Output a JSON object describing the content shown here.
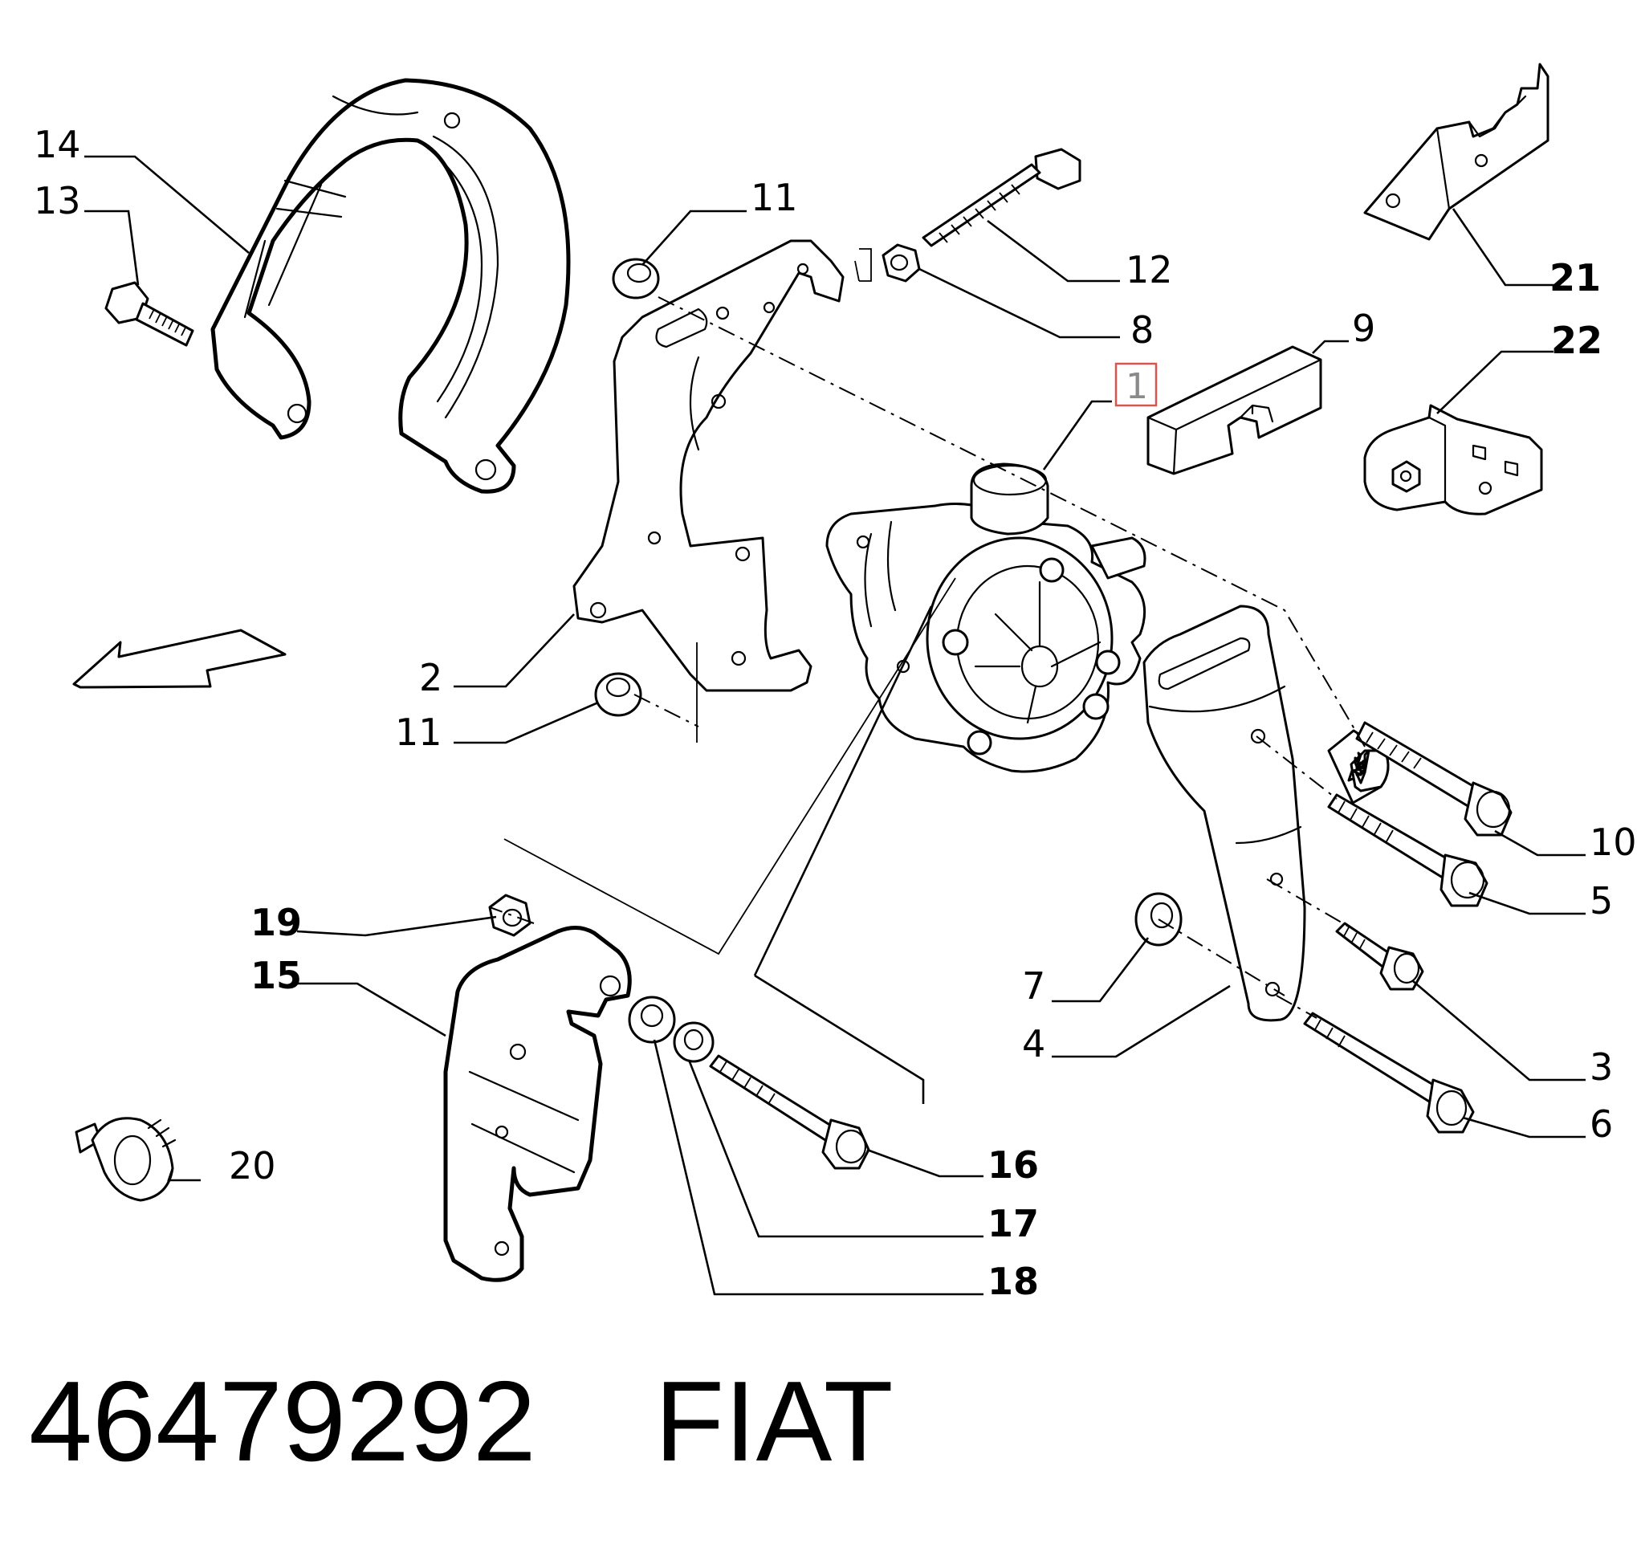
{
  "callouts": {
    "c1": "1",
    "c2": "2",
    "c3": "3",
    "c4": "4",
    "c5": "5",
    "c6": "6",
    "c7": "7",
    "c8": "8",
    "c9": "9",
    "c10": "10",
    "c11a": "11",
    "c11b": "11",
    "c12": "12",
    "c13": "13",
    "c14": "14",
    "c15": "15",
    "c16": "16",
    "c17": "17",
    "c18": "18",
    "c19": "19",
    "c20": "20",
    "c21": "21",
    "c22": "22"
  },
  "highlighted_callout": "1",
  "footer": {
    "part_number": "46479292",
    "brand": "FIAT"
  },
  "colors": {
    "line": "#000000",
    "background": "#ffffff",
    "highlight_box": "#d9534f",
    "highlight_text": "#8a8a8a"
  }
}
